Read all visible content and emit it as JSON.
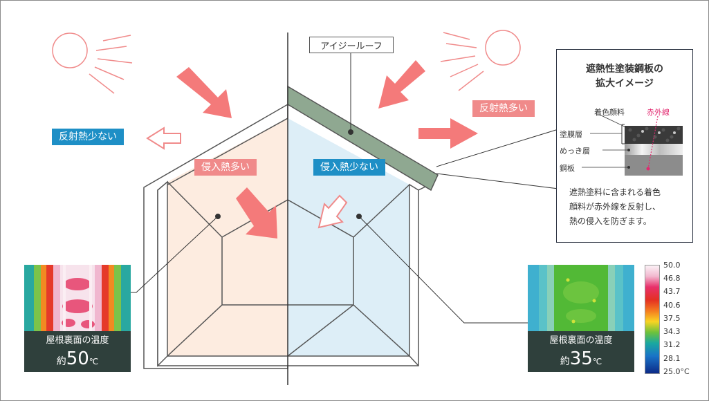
{
  "labels": {
    "roof_name": "アイジールーフ",
    "reflect_low": "反射熱少ない",
    "reflect_high": "反射熱多い",
    "intrude_high": "侵入熱多い",
    "intrude_low": "侵入熱少ない"
  },
  "zoom_panel": {
    "title_line1": "遮熱性塗装鋼板の",
    "title_line2": "拡大イメージ",
    "pigment": "着色顔料",
    "infrared": "赤外線",
    "coating_layer": "塗膜層",
    "plating_layer": "めっき層",
    "steel_plate": "鋼板",
    "desc_line1": "遮熱塗料に含まれる着色",
    "desc_line2": "顔料が赤外線を反射し、",
    "desc_line3": "熱の侵入を防ぎます。"
  },
  "thermo_left": {
    "caption": "屋根裏面の温度",
    "prefix": "約",
    "value": "50",
    "unit": "℃"
  },
  "thermo_right": {
    "caption": "屋根裏面の温度",
    "prefix": "約",
    "value": "35",
    "unit": "℃"
  },
  "scale": {
    "ticks": [
      "50.0",
      "46.8",
      "43.7",
      "40.6",
      "37.5",
      "34.3",
      "31.2",
      "28.1",
      "25.0°C"
    ]
  },
  "colors": {
    "sun": "#f08a8a",
    "arrow": "#f47a7a",
    "house_left_fill": "#fdece0",
    "house_right_fill": "#ddeef7",
    "roof_green": "#8fa891",
    "label_blue": "#1e8fc6",
    "label_pink": "#f08a8a"
  }
}
